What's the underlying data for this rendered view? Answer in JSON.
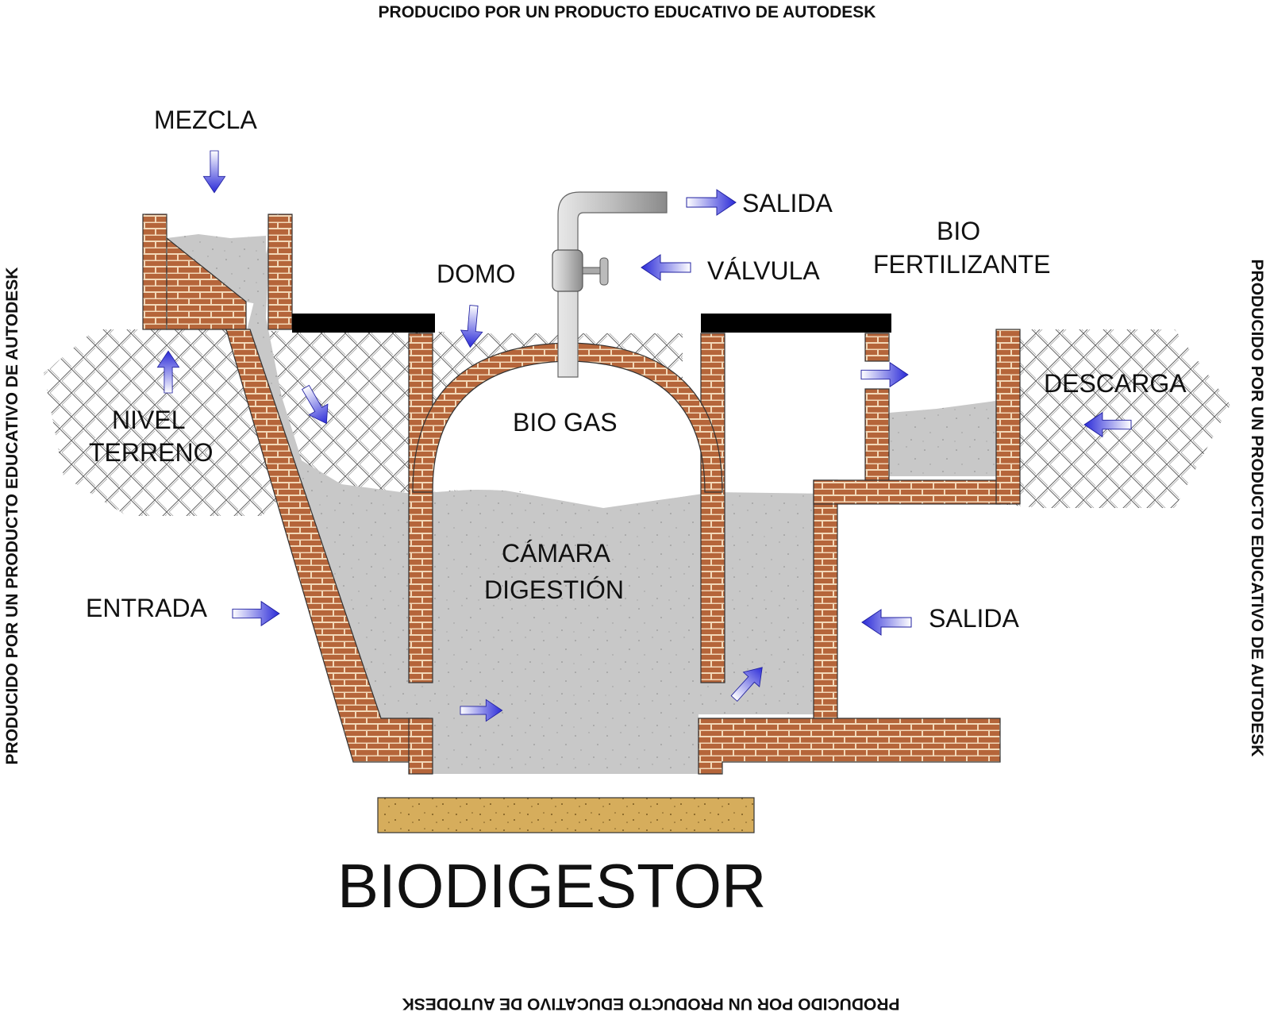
{
  "watermark": "PRODUCIDO POR UN PRODUCTO EDUCATIVO DE AUTODESK",
  "title": "BIODIGESTOR",
  "labels": {
    "mezcla": "MEZCLA",
    "salida_gas": "SALIDA",
    "valvula": "VÁLVULA",
    "bio": "BIO",
    "fertilizante": "FERTILIZANTE",
    "domo": "DOMO",
    "bio_gas": "BIO GAS",
    "descarga": "DESCARGA",
    "nivel": "NIVEL",
    "terreno": "TERRENO",
    "camara": "CÁMARA",
    "digestion": "DIGESTIÓN",
    "entrada": "ENTRADA",
    "salida_liquido": "SALIDA"
  },
  "colors": {
    "brick": "#b5653a",
    "mortar": "#f2d8b8",
    "slurry": "#c8c8c8",
    "ground_hatch": "#555555",
    "slab": "#000000",
    "arrow": "#2b2bd8",
    "foundation": "#d6ad5c",
    "pipe": "#bdbdbd"
  },
  "icons": [
    "flow-arrow-icon",
    "valve-icon"
  ]
}
